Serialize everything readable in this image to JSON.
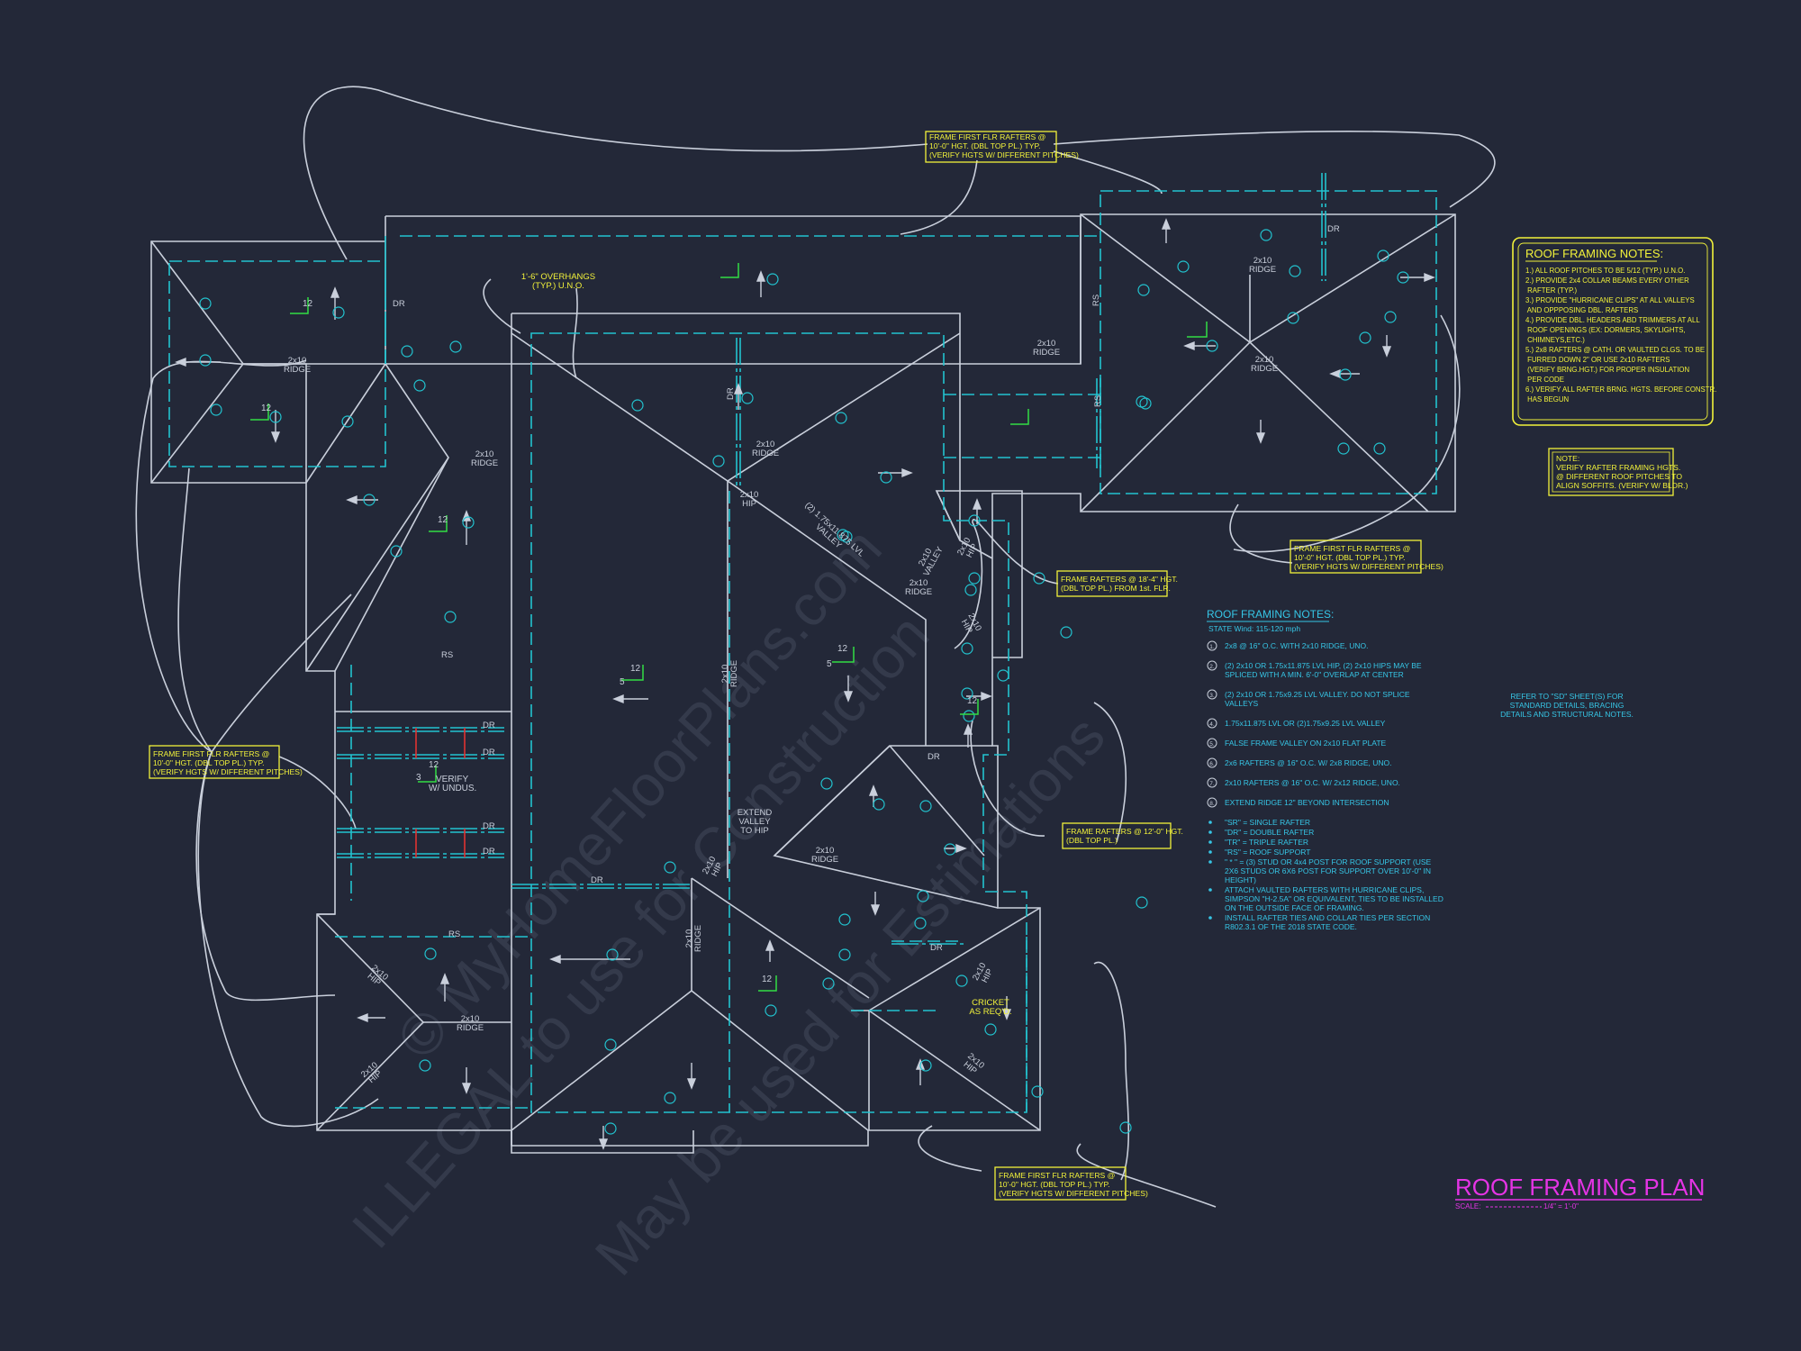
{
  "colors": {
    "background": "#232838",
    "outline": "#c9cfdb",
    "dashed": "#22c3cf",
    "callout": "#f2f23a",
    "text_cyan": "#36c6e6",
    "title": "#e534e5",
    "accent_green": "#33dd44",
    "accent_red": "#e03232"
  },
  "callouts": {
    "c1": [
      "FRAME FIRST FLR RAFTERS @",
      "10'-0\" HGT. (DBL TOP PL.) TYP.",
      "(VERIFY HGTS W/ DIFFERENT PITCHES)"
    ],
    "c2": [
      "FRAME FIRST FLR RAFTERS @",
      "10'-0\" HGT. (DBL TOP PL.) TYP.",
      "(VERIFY HGTS W/ DIFFERENT PITCHES)"
    ],
    "c3": [
      "FRAME RAFTERS @ 18'-4\" HGT.",
      "(DBL TOP PL.) FROM 1st. FLR."
    ],
    "c4": [
      "FRAME FIRST FLR RAFTERS @",
      "10'-0\" HGT. (DBL TOP PL.) TYP.",
      "(VERIFY HGTS W/ DIFFERENT PITCHES)"
    ],
    "c5": [
      "FRAME RAFTERS @ 12'-0\" HGT.",
      "(DBL TOP PL.)"
    ],
    "c6": [
      "FRAME FIRST FLR RAFTERS @",
      "10'-0\" HGT. (DBL TOP PL.) TYP.",
      "(VERIFY HGTS W/ DIFFERENT PITCHES)"
    ],
    "overhang": [
      "1'-6\" OVERHANGS",
      "(TYP.) U.N.O."
    ],
    "verify_note": [
      "NOTE:",
      "VERIFY RAFTER FRAMING HGTS.",
      "@ DIFFERENT ROOF PITCHES TO",
      "ALIGN SOFFITS. (VERIFY W/ BLDR.)"
    ]
  },
  "roof_notes_box": {
    "title": "ROOF FRAMING NOTES:",
    "lines": [
      "1.) ALL ROOF PITCHES TO BE  5/12 (TYP.) U.N.O.",
      "2.) PROVIDE 2x4 COLLAR BEAMS EVERY OTHER",
      "     RAFTER (TYP.)",
      "3.) PROVIDE \"HURRICANE CLIPS\" AT ALL VALLEYS",
      "     AND OPPPOSING DBL. RAFTERS",
      "4.) PROVIDE DBL. HEADERS ABD TRIMMERS AT ALL",
      "     ROOF OPENINGS (EX: DORMERS, SKYLIGHTS,",
      "     CHIMNEYS,ETC.)",
      "5.) 2x8 RAFTERS @ CATH. OR VAULTED CLGS. TO BE",
      "     FURRED DOWN 2\" OR USE 2x10 RAFTERS",
      "     (VERIFY BRNG.HGT.) FOR PROPER INSULATION",
      "     PER CODE",
      "6.) VERIFY ALL RAFTER BRNG. HGTS. BEFORE CONSTR.",
      "     HAS BEGUN"
    ]
  },
  "framing_notes": {
    "title": "ROOF FRAMING NOTES:",
    "subtitle": "STATE Wind: 115-120 mph",
    "items": [
      {
        "num": "1.",
        "text": [
          "2x8 @ 16\" O.C. WITH 2x10 RIDGE, UNO."
        ]
      },
      {
        "num": "2.",
        "text": [
          "(2) 2x10 OR 1.75x11.875 LVL HIP, (2) 2x10 HIPS MAY BE",
          "SPLICED WITH A MIN. 6'-0\" OVERLAP AT CENTER"
        ]
      },
      {
        "num": "3.",
        "text": [
          "(2) 2x10 OR 1.75x9.25 LVL VALLEY. DO NOT SPLICE",
          "VALLEYS"
        ]
      },
      {
        "num": "4.",
        "text": [
          "1.75x11.875 LVL OR (2)1.75x9.25 LVL VALLEY"
        ]
      },
      {
        "num": "5.",
        "text": [
          "FALSE FRAME VALLEY ON 2x10 FLAT PLATE"
        ]
      },
      {
        "num": "6.",
        "text": [
          "2x6 RAFTERS @ 16\" O.C. W/ 2x8 RIDGE, UNO."
        ]
      },
      {
        "num": "7.",
        "text": [
          "2x10 RAFTERS @ 16\" O.C. W/ 2x12 RIDGE, UNO."
        ]
      },
      {
        "num": "8.",
        "text": [
          "EXTEND RIDGE 12\" BEYOND INTERSECTION"
        ]
      }
    ],
    "bullets": [
      [
        "\"SR\" = SINGLE RAFTER"
      ],
      [
        "\"DR\" = DOUBLE RAFTER"
      ],
      [
        "\"TR\" = TRIPLE RAFTER"
      ],
      [
        "\"RS\" = ROOF SUPPORT"
      ],
      [
        "\" * \" = (3) STUD OR 4x4 POST FOR ROOF SUPPORT (USE",
        "2X6 STUDS OR 6X6 POST FOR SUPPORT OVER 10'-0\" IN",
        "HEIGHT)"
      ],
      [
        "ATTACH VAULTED RAFTERS WITH HURRICANE CLIPS,",
        "SIMPSON \"H-2.5A\" OR EQUIVALENT, TIES TO BE INSTALLED",
        "ON THE OUTSIDE FACE OF FRAMING."
      ],
      [
        "INSTALL RAFTER TIES AND COLLAR TIES PER SECTION",
        "R802.3.1 OF THE 2018 STATE CODE."
      ]
    ]
  },
  "refer_note": [
    "REFER TO \"SD\"  SHEET(S) FOR",
    "STANDARD DETAILS, BRACING",
    "DETAILS AND STRUCTURAL NOTES."
  ],
  "sheet_title": {
    "title": "ROOF FRAMING PLAN",
    "scale_label": "SCALE:",
    "scale_value": "1/4\" = 1'-0\""
  },
  "watermark": {
    "line1": "© MyHomeFloorPlans.com",
    "line2": "ILLEGAL to use for Construction",
    "line3": "May be used for Estimations"
  },
  "labels": {
    "ridge_2x10": [
      "2x10",
      "RIDGE"
    ],
    "hip_2x10": [
      "2x10",
      "HIP"
    ],
    "valley_2x10": [
      "2x10",
      "VALLEY"
    ],
    "lvl_valley": [
      "(2) 1.75x11.875 LVL",
      "VALLEY"
    ],
    "dr": "DR",
    "rs": "RS",
    "verify_undus": [
      "VERIFY",
      "W/ UNDUS."
    ],
    "extend_valley": [
      "EXTEND",
      "VALLEY",
      "TO HIP"
    ],
    "cricket": [
      "CRICKET",
      "AS REQ'D."
    ],
    "pitch_12": "12",
    "pitch_5": "5",
    "pitch_3": "3",
    "n1": "1",
    "n2": "2",
    "n3": "3",
    "n4": "4",
    "n5": "5",
    "n6": "6"
  }
}
